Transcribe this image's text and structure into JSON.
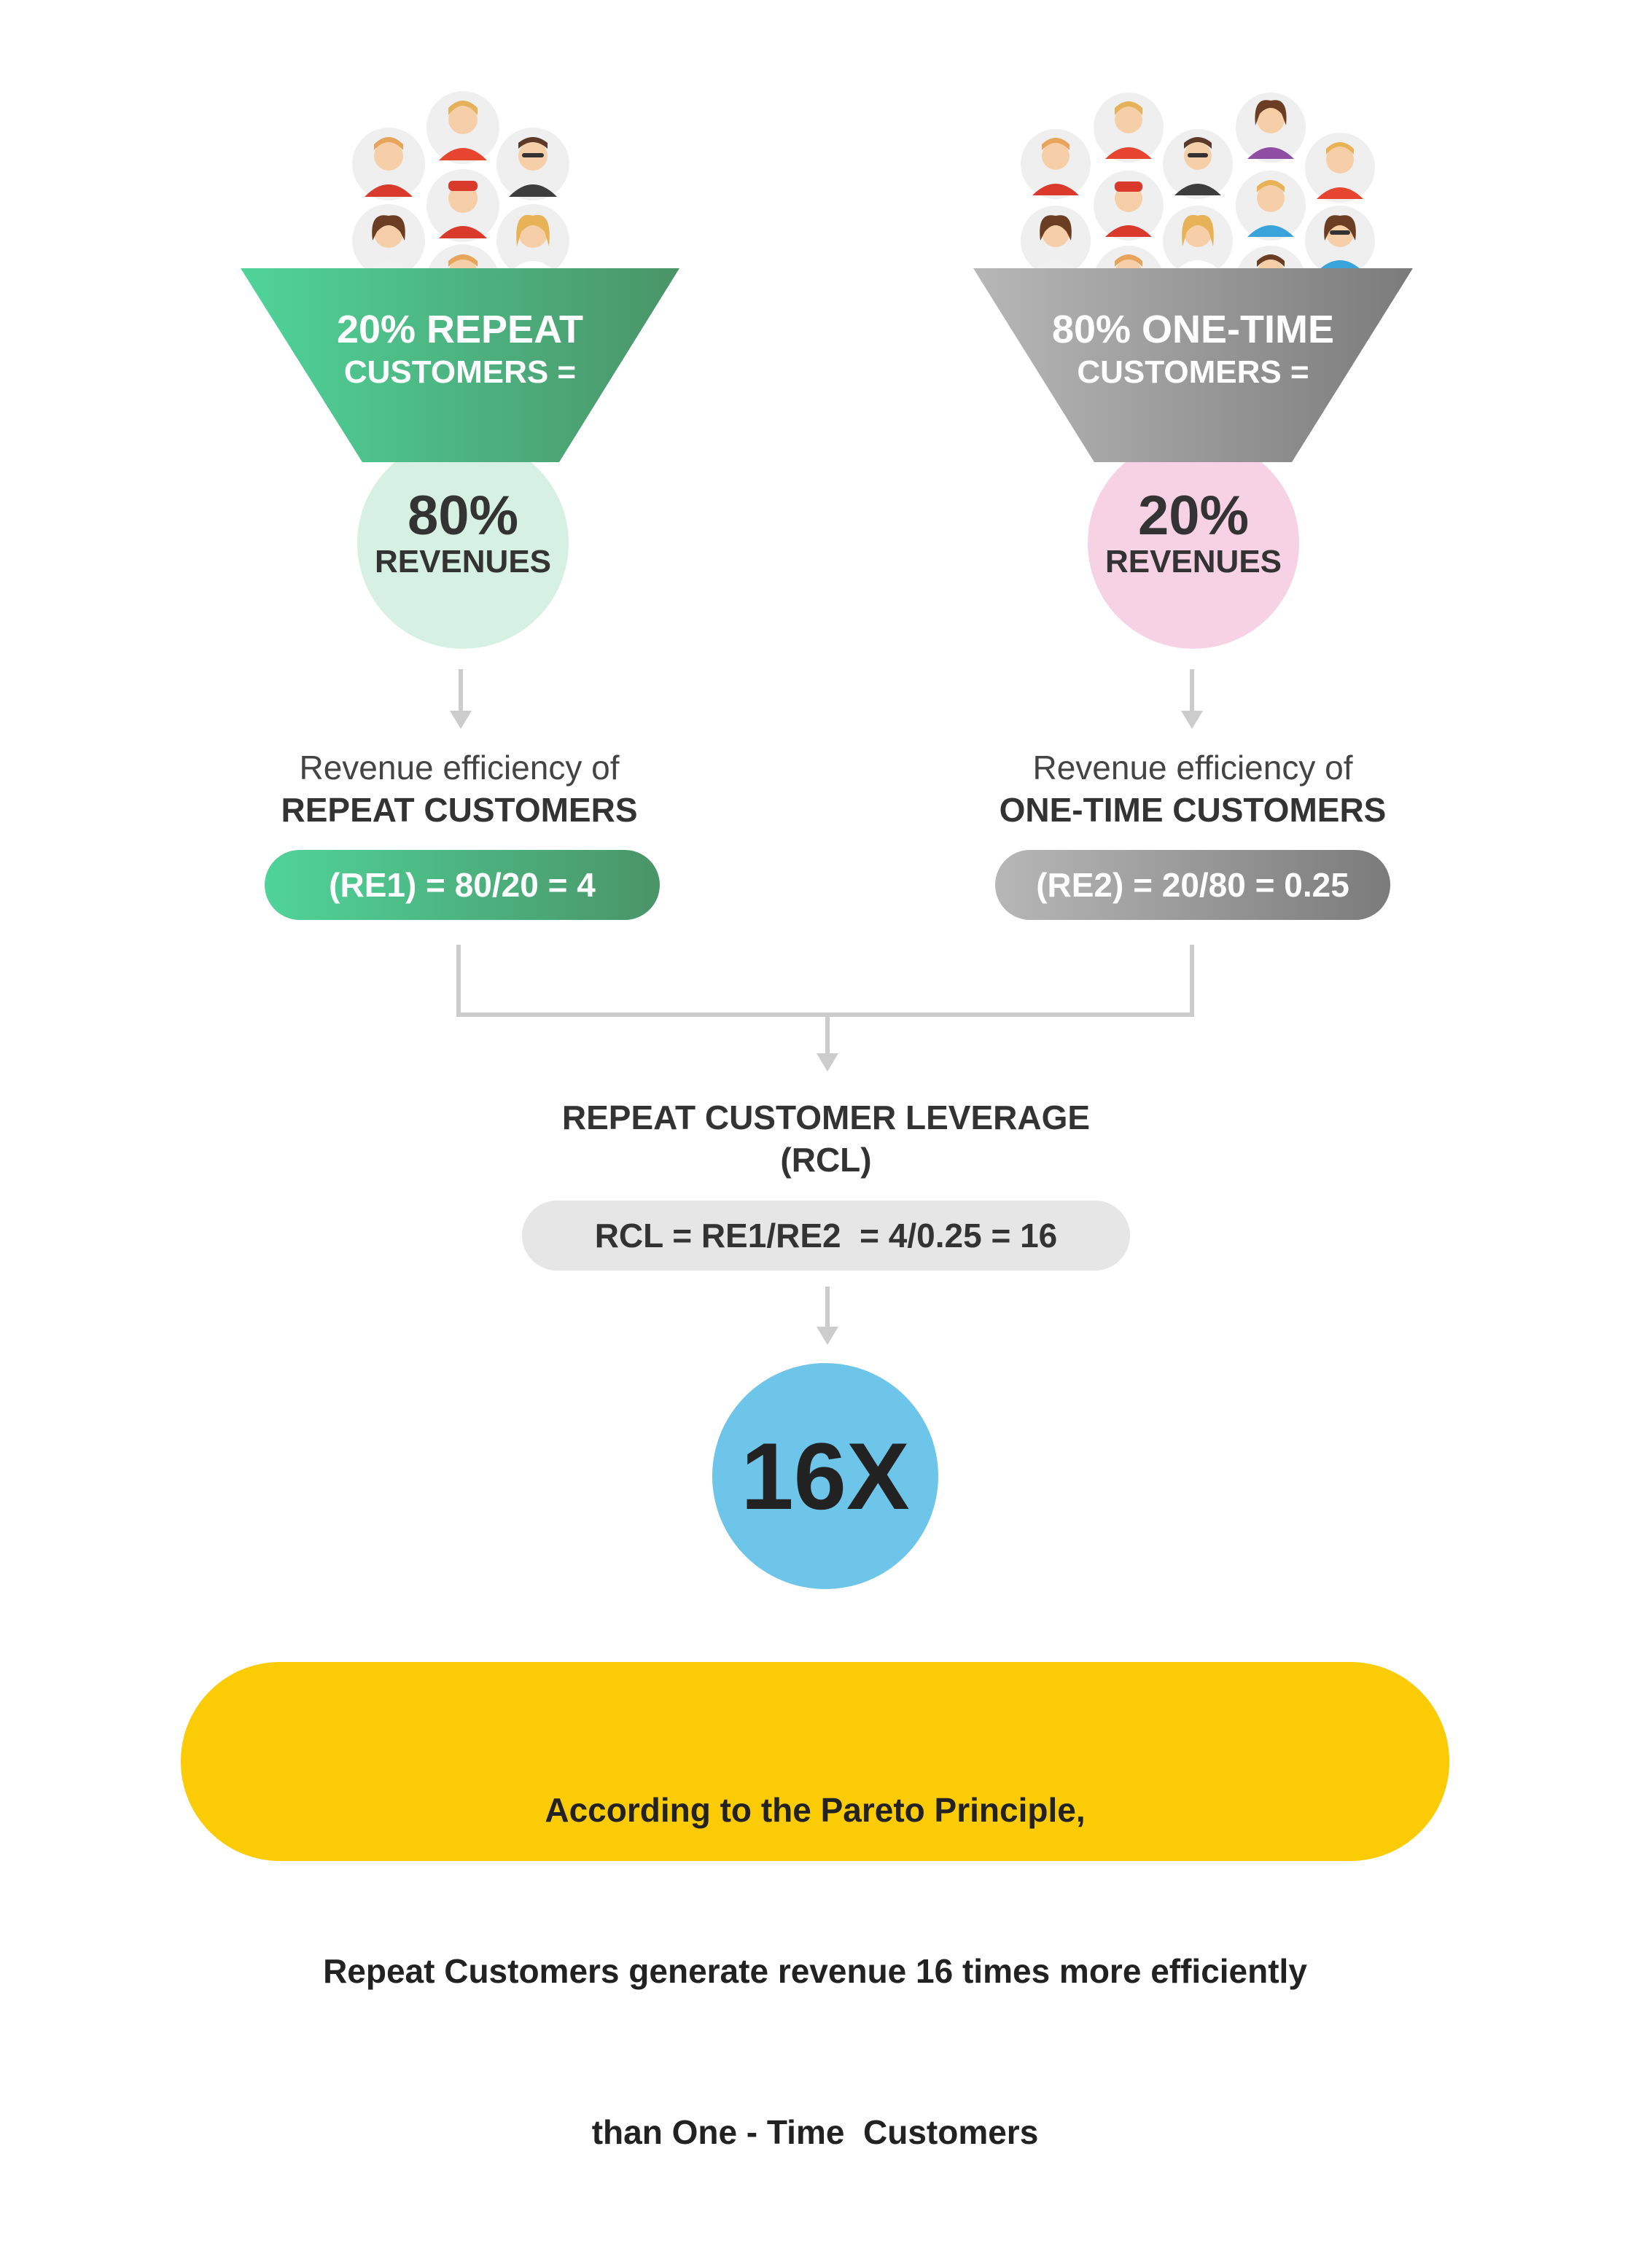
{
  "colors": {
    "green_light": "#4fd49a",
    "green_dark": "#4a9468",
    "gray_light": "#b7b7b7",
    "gray_dark": "#7b7b7b",
    "mint_circle": "#d6f0e3",
    "pink_circle": "#f7d2e4",
    "light_gray_pill": "#e6e6e6",
    "blue_circle": "#6ec5ea",
    "yellow_banner": "#fbcb05",
    "arrow_gray": "#cccccc"
  },
  "left": {
    "funnel_line1": "20% REPEAT",
    "funnel_line2": "CUSTOMERS =",
    "circle_pct": "80%",
    "circle_label": "REVENUES",
    "efficiency_line1": "Revenue efficiency of",
    "efficiency_line2": "REPEAT CUSTOMERS",
    "formula": "(RE1) = 80/20 = 4"
  },
  "right": {
    "funnel_line1": "80% ONE-TIME",
    "funnel_line2": "CUSTOMERS =",
    "circle_pct": "20%",
    "circle_label": "REVENUES",
    "efficiency_line1": "Revenue efficiency of",
    "efficiency_line2": "ONE-TIME CUSTOMERS",
    "formula": "(RE2) = 20/80 = 0.25"
  },
  "rcl": {
    "title_line1": "REPEAT CUSTOMER LEVERAGE",
    "title_line2": "(RCL)",
    "formula": "RCL = RE1/RE2  = 4/0.25 = 16"
  },
  "result": {
    "value": "16X"
  },
  "banner": {
    "line1": "According to the Pareto Principle,",
    "line2": "Repeat Customers generate revenue 16 times more efficiently",
    "line3": "than One - Time  Customers"
  }
}
